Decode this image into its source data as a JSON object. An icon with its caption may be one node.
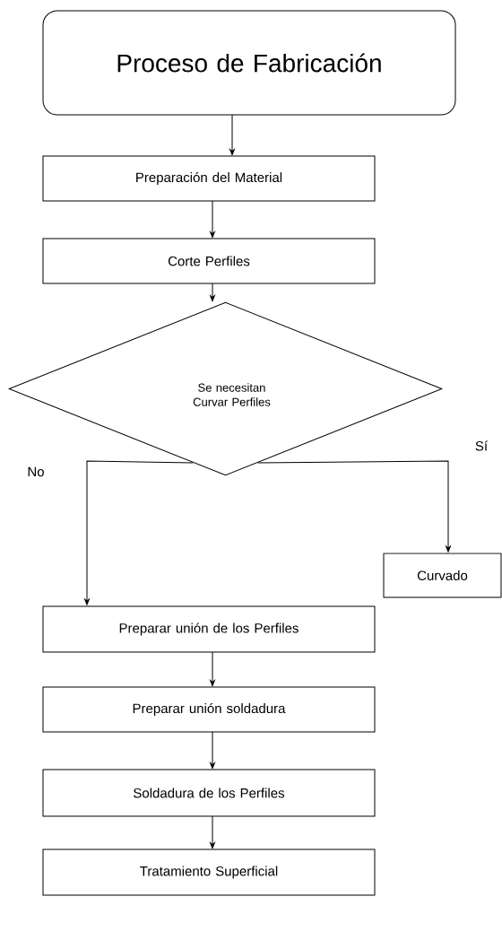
{
  "diagram": {
    "nodes": [
      {
        "text": [
          "Proceso de Fabricación"
        ]
      },
      {
        "text": [
          "Preparación del Material"
        ]
      },
      {
        "text": [
          "Corte Perfiles"
        ]
      },
      {
        "text": [
          "Se necesitan Curvar Perfiles"
        ]
      },
      {
        "text": [
          "Curvado"
        ]
      },
      {
        "text": [
          "Preparar unión de los Perfiles"
        ]
      },
      {
        "text": [
          "Preparar unión soldadura"
        ]
      },
      {
        "text": [
          "Soldadura de los Perfiles"
        ]
      },
      {
        "text": [
          "Tratamiento Superficial"
        ]
      }
    ],
    "edges": [
      {
        "from": 0,
        "to": 1,
        "arrow": "to"
      },
      {
        "from": 1,
        "to": 2,
        "arrow": "to"
      },
      {
        "from": 2,
        "to": 3,
        "arrow": "to"
      },
      {
        "from": 3,
        "to": 4,
        "arrow": "to",
        "label": "Sí"
      },
      {
        "from": 3,
        "to": 5,
        "arrow": "to",
        "label": "No"
      },
      {
        "from": 5,
        "to": 6,
        "arrow": "to"
      },
      {
        "from": 6,
        "to": 7,
        "arrow": "to"
      },
      {
        "from": 7,
        "to": 8,
        "arrow": "to"
      }
    ]
  }
}
